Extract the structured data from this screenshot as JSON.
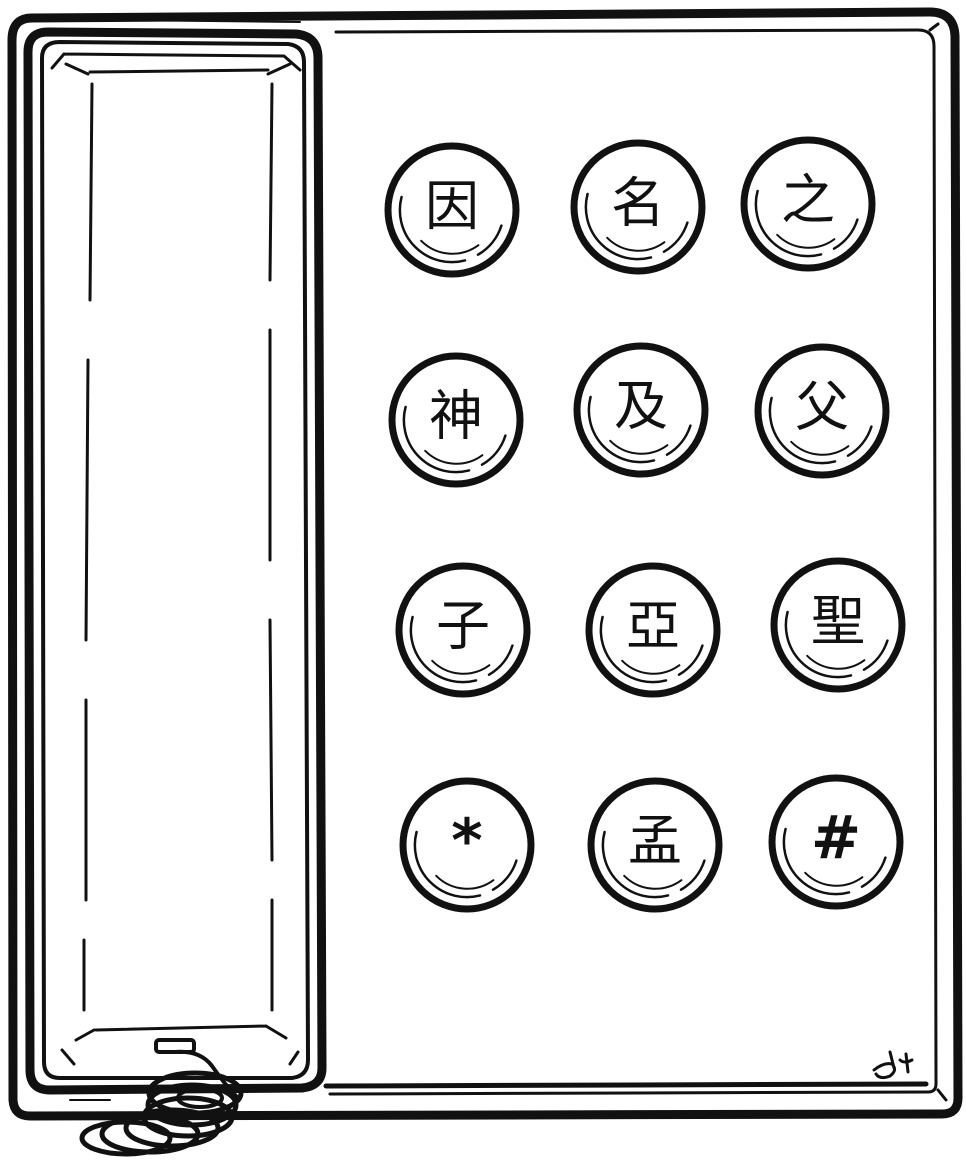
{
  "colors": {
    "ink": "#111111",
    "paper": "#ffffff"
  },
  "keypad": {
    "rows": [
      [
        {
          "label": "因"
        },
        {
          "label": "名"
        },
        {
          "label": "之"
        }
      ],
      [
        {
          "label": "神"
        },
        {
          "label": "及"
        },
        {
          "label": "父"
        }
      ],
      [
        {
          "label": "子"
        },
        {
          "label": "亞"
        },
        {
          "label": "聖"
        }
      ],
      [
        {
          "label": "*"
        },
        {
          "label": "孟"
        },
        {
          "label": "#"
        }
      ]
    ]
  },
  "handset": {
    "icon": "telephone-handset-icon"
  },
  "cord": {
    "icon": "coiled-cord-icon"
  },
  "signature": {
    "text": "Jy"
  }
}
